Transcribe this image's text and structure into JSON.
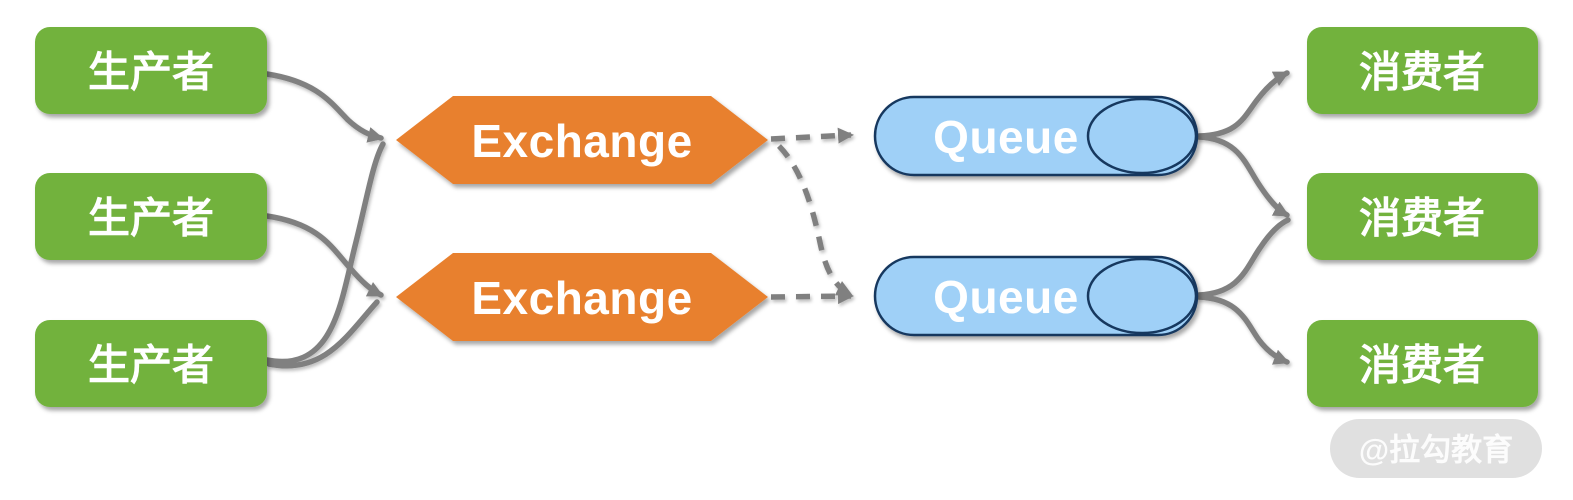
{
  "diagram": {
    "title_hint": "message-broker-topology",
    "producers": [
      {
        "label": "生产者"
      },
      {
        "label": "生产者"
      },
      {
        "label": "生产者"
      }
    ],
    "exchanges": [
      {
        "label": "Exchange"
      },
      {
        "label": "Exchange"
      }
    ],
    "queues": [
      {
        "label": "Queue"
      },
      {
        "label": "Queue"
      }
    ],
    "consumers": [
      {
        "label": "消费者"
      },
      {
        "label": "消费者"
      },
      {
        "label": "消费者"
      }
    ],
    "watermark": {
      "label": "@拉勾教育"
    },
    "colors": {
      "producer_fill": "#72b23e",
      "exchange_fill": "#e8802e",
      "queue_fill": "#9fd0f7",
      "queue_border": "#17375e",
      "connector": "#808080",
      "watermark_bg": "#dbdbdb"
    }
  }
}
